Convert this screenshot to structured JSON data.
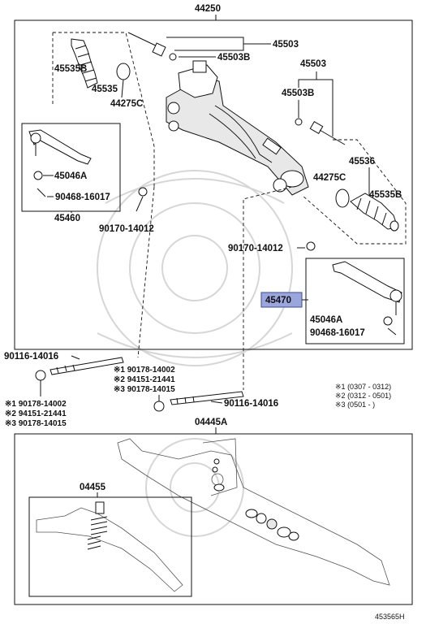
{
  "labels": {
    "assembly": "44250",
    "tie_rod_end_set_a": "45503",
    "tie_rod_end_set_b": "45503",
    "rack_end_a": "45503B",
    "rack_end_b": "45503B",
    "boot_a": "45535B",
    "boot_b": "45535B",
    "boot_inner": "45535",
    "boot_inner_b": "45536",
    "clamp_a": "44275C",
    "clamp_b": "44275C",
    "nut_left": "45046A",
    "nut_right": "45046A",
    "pin_left": "90468-16017",
    "pin_right": "90468-16017",
    "tie_rod_left": "45460",
    "tie_rod_right": "45470",
    "nut_90170_left": "90170-14012",
    "nut_90170_right": "90170-14012",
    "bolt_left": "90116-14016",
    "bolt_right": "90116-14016",
    "kit_bottom": "04445A",
    "kit_inset": "04455",
    "image_code": "453565H"
  },
  "notes_left": [
    {
      "mark": "※1",
      "text": "90178-14002"
    },
    {
      "mark": "※2",
      "text": "94151-21441"
    },
    {
      "mark": "※3",
      "text": "90178-14015"
    }
  ],
  "notes_center": [
    {
      "mark": "※1",
      "text": "90178-14002"
    },
    {
      "mark": "※2",
      "text": "94151-21441"
    },
    {
      "mark": "※3",
      "text": "90178-14015"
    }
  ],
  "legend": [
    {
      "mark": "※1",
      "text": "(0307 - 0312)"
    },
    {
      "mark": "※2",
      "text": "(0312 - 0501)"
    },
    {
      "mark": "※3",
      "text": "(0501 -      )"
    }
  ],
  "highlight_color": "#9aa6dc"
}
